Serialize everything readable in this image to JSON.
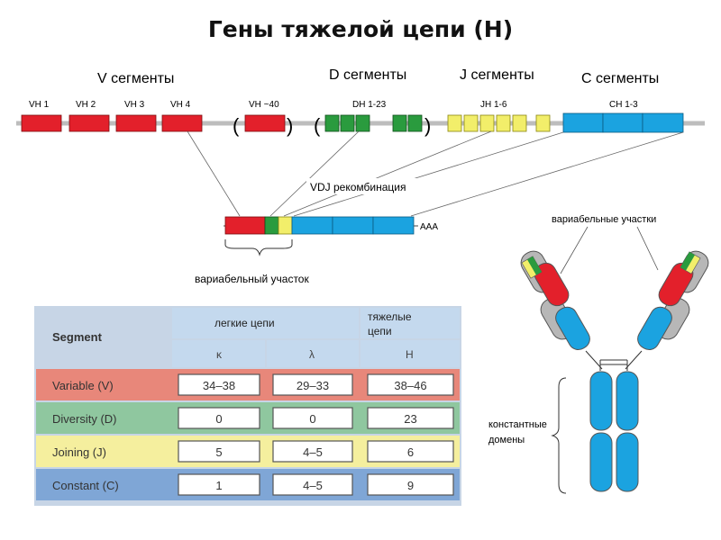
{
  "title": "Гены тяжелой цепи (Н)",
  "gene_map": {
    "v_header": "V сегменты",
    "d_header": "D сегменты",
    "j_header": "J сегменты",
    "c_header": "C сегменты",
    "v_labels": [
      "VH 1",
      "VH 2",
      "VH 3",
      "VH 4",
      "VH ~40"
    ],
    "d_label": "DH 1-23",
    "j_label": "JH 1-6",
    "c_label": "CH 1-3",
    "recomb_label": "VDJ  рекомбинация",
    "polyA_label": "AAA",
    "variable_region_label": "вариабельный участок"
  },
  "antibody": {
    "variable_label": "вариабельные участки",
    "constant_label_line1": "константные",
    "constant_label_line2": "домены"
  },
  "table": {
    "col_segment": "Segment",
    "light_header": "легкие цепи",
    "heavy_header_line1": "тяжелые",
    "heavy_header_line2": "цепи",
    "sub_headers": [
      "κ",
      "λ",
      "H"
    ],
    "rows": [
      {
        "name": "Variable (V)",
        "k": "34–38",
        "l": "29–33",
        "h": "38–46",
        "color": "#e8877a"
      },
      {
        "name": "Diversity (D)",
        "k": "0",
        "l": "0",
        "h": "23",
        "color": "#8fc79f"
      },
      {
        "name": "Joining (J)",
        "k": "5",
        "l": "4–5",
        "h": "6",
        "color": "#f5ef9e"
      },
      {
        "name": "Constant (C)",
        "k": "1",
        "l": "4–5",
        "h": "9",
        "color": "#7fa6d6"
      }
    ]
  },
  "colors": {
    "v": "#e3202b",
    "d": "#2a9b3e",
    "j": "#f2ee6a",
    "c": "#1ba3e0",
    "gray": "#b7b7b7"
  }
}
